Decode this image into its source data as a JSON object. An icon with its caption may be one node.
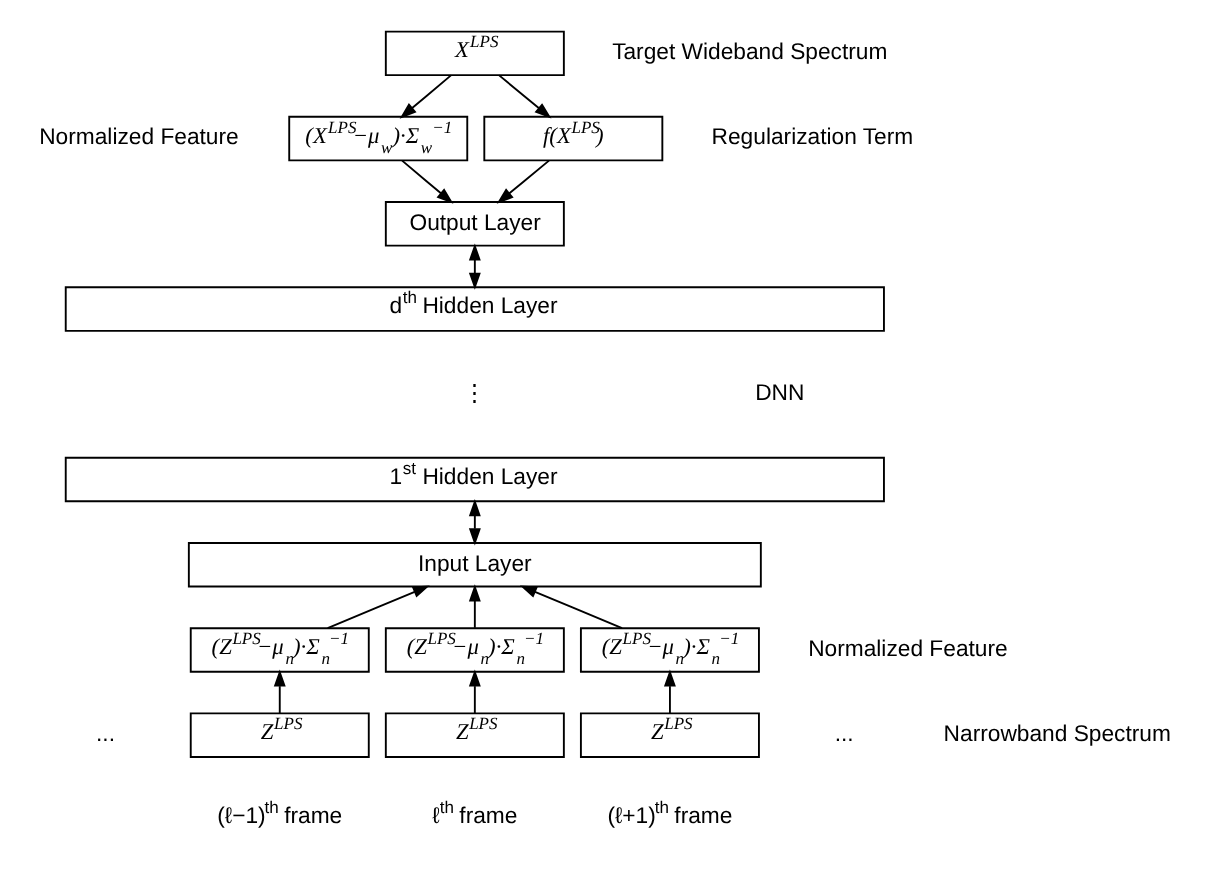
{
  "diagram": {
    "nodes": [
      {
        "text": [
          "X$^{LPS}$"
        ],
        "beside": [
          "Target Wideband Spectrum"
        ]
      },
      {
        "text": [
          "(X$^{LPS}$−μ$_{w}$)·Σ$_{w}$$^{−1}$"
        ],
        "beside": [
          "Normalized Feature"
        ]
      },
      {
        "text": [
          "f(X$^{LPS}$)"
        ],
        "beside": [
          "Regularization Term"
        ]
      },
      {
        "text": [
          "Output Layer"
        ]
      },
      {
        "text": [
          "d$^{th}$ Hidden Layer"
        ]
      },
      {
        "text": [
          "1$^{st}$ Hidden Layer"
        ]
      },
      {
        "text": [
          "Input Layer"
        ]
      },
      {
        "text": [
          "(Z$^{LPS}$−μ$_{n}$)·Σ$_{n}$$^{−1}$"
        ]
      },
      {
        "text": [
          "(Z$^{LPS}$−μ$_{n}$)·Σ$_{n}$$^{−1}$"
        ]
      },
      {
        "text": [
          "(Z$^{LPS}$−μ$_{n}$)·Σ$_{n}$$^{−1}$"
        ]
      },
      {
        "text": [
          "Z$^{LPS}$"
        ],
        "beside": [
          "(ℓ−1)$^{th}$ frame"
        ]
      },
      {
        "text": [
          "Z$^{LPS}$"
        ],
        "beside": [
          "ℓ$^{th}$ frame"
        ]
      },
      {
        "text": [
          "Z$^{LPS}$"
        ],
        "beside": [
          "(ℓ+1)$^{th}$ frame"
        ]
      }
    ],
    "edges": [
      {
        "from": 0,
        "to": 1,
        "arrow": "to"
      },
      {
        "from": 0,
        "to": 2,
        "arrow": "to"
      },
      {
        "from": 1,
        "to": 3,
        "arrow": "to"
      },
      {
        "from": 2,
        "to": 3,
        "arrow": "to"
      },
      {
        "from": 3,
        "to": 4,
        "arrow": "both"
      },
      {
        "from": 5,
        "to": 6,
        "arrow": "both"
      },
      {
        "from": 7,
        "to": 6,
        "arrow": "to"
      },
      {
        "from": 8,
        "to": 6,
        "arrow": "to"
      },
      {
        "from": 9,
        "to": 6,
        "arrow": "to"
      },
      {
        "from": 10,
        "to": 7,
        "arrow": "to"
      },
      {
        "from": 11,
        "to": 8,
        "arrow": "to"
      },
      {
        "from": 12,
        "to": 9,
        "arrow": "to"
      }
    ],
    "labels": [
      "DNN",
      "⋮",
      "Normalized Feature",
      "...",
      "...",
      "Narrowband Spectrum"
    ]
  }
}
